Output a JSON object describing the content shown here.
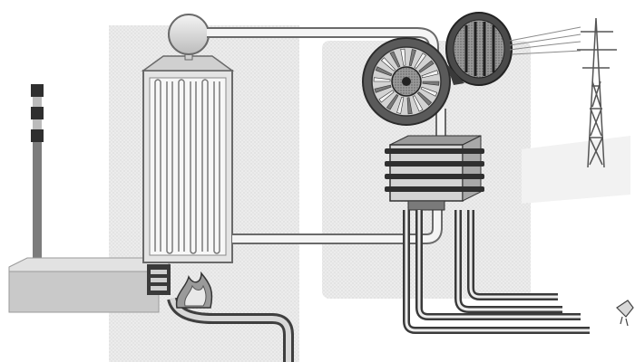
{
  "diagram": {
    "labels": [],
    "components": [
      {
        "name": "smokestack",
        "icon": "smokestack-icon"
      },
      {
        "name": "furnace",
        "icon": "furnace-icon"
      },
      {
        "name": "burner-flame",
        "icon": "flame-icon"
      },
      {
        "name": "fuel-pipe",
        "icon": "pipe-icon"
      },
      {
        "name": "boiler",
        "icon": "boiler-icon"
      },
      {
        "name": "steam-dome",
        "icon": "steam-dome-icon"
      },
      {
        "name": "turbine",
        "icon": "turbine-icon"
      },
      {
        "name": "generator",
        "icon": "generator-icon"
      },
      {
        "name": "condenser",
        "icon": "condenser-icon"
      },
      {
        "name": "cooling-water-pipes",
        "icon": "pipe-icon"
      },
      {
        "name": "transmission-tower",
        "icon": "pylon-icon"
      },
      {
        "name": "power-lines",
        "icon": "power-line-icon"
      },
      {
        "name": "water-outlet",
        "icon": "faucet-icon"
      }
    ],
    "colors": {
      "background": "#ffffff",
      "panel": "#e9e9e9",
      "pipe_dark": "#4a4a4a",
      "pipe_light": "#dedede",
      "metal_dark": "#333333",
      "metal_mid": "#8a8a8a",
      "metal_light": "#d6d6d6"
    }
  }
}
